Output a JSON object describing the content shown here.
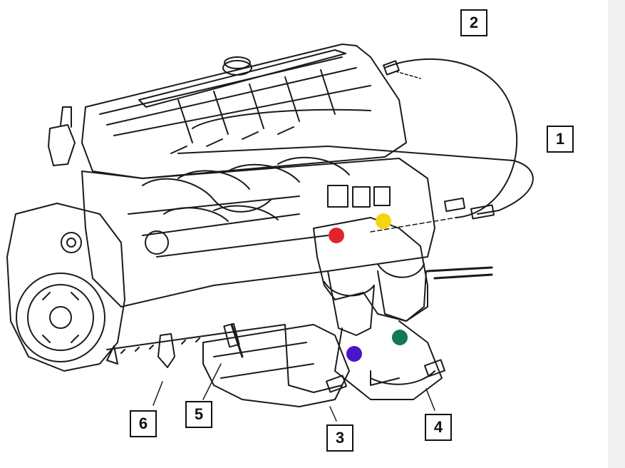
{
  "callouts": {
    "c1": "1",
    "c2": "2",
    "c3": "3",
    "c4": "4",
    "c5": "5",
    "c6": "6"
  },
  "markers": [
    {
      "name": "red-marker",
      "color": "#e0242c"
    },
    {
      "name": "yellow-marker",
      "color": "#f5d410"
    },
    {
      "name": "green-marker",
      "color": "#117a4f"
    },
    {
      "name": "purple-marker",
      "color": "#4a14c9"
    }
  ],
  "colors": {
    "line": "#1a1a1a",
    "background": "#ffffff",
    "sidebar": "#f0f0f0"
  }
}
